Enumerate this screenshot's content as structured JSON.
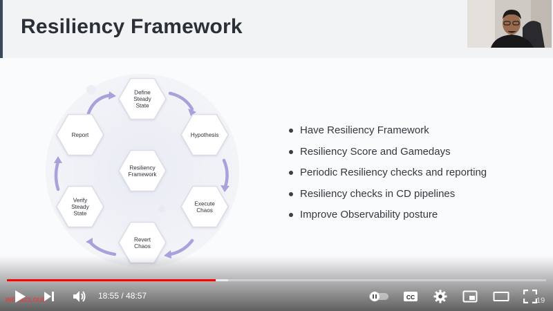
{
  "slide": {
    "title": "Resiliency Framework",
    "center_label_1": "Resiliency",
    "center_label_2": "Framework",
    "hexagons": [
      {
        "lines": [
          "Define",
          "Steady",
          "State"
        ]
      },
      {
        "lines": [
          "Hypothesis"
        ]
      },
      {
        "lines": [
          "Execute",
          "Chaos"
        ]
      },
      {
        "lines": [
          "Revert",
          "Chaos"
        ]
      },
      {
        "lines": [
          "Verify",
          "Steady",
          "State"
        ]
      },
      {
        "lines": [
          "Report"
        ]
      }
    ],
    "bullets": [
      "Have Resiliency Framework",
      "Resiliency Score and Gamedays",
      "Periodic Resiliency checks and reporting",
      "Resiliency checks in CD pipelines",
      "Improve Observability posture"
    ],
    "slide_number": "19",
    "brand_text": "INFRACLOUD"
  },
  "player": {
    "time_display": "18:55 / 48:57",
    "progress_fraction": 0.387,
    "buffered_fraction": 0.41,
    "icons": {
      "play": "play-icon",
      "next": "next-icon",
      "volume": "volume-icon",
      "autoplay": "autoplay-toggle-icon",
      "captions": "captions-icon",
      "settings": "settings-icon",
      "miniplayer": "miniplayer-icon",
      "theater": "theater-icon",
      "fullscreen": "fullscreen-icon"
    },
    "captions_label": "CC"
  },
  "colors": {
    "progress": "#ff0000",
    "arrow": "#a7a2dc",
    "hex_stroke": "#dadbe6",
    "title": "#2b2f36"
  }
}
